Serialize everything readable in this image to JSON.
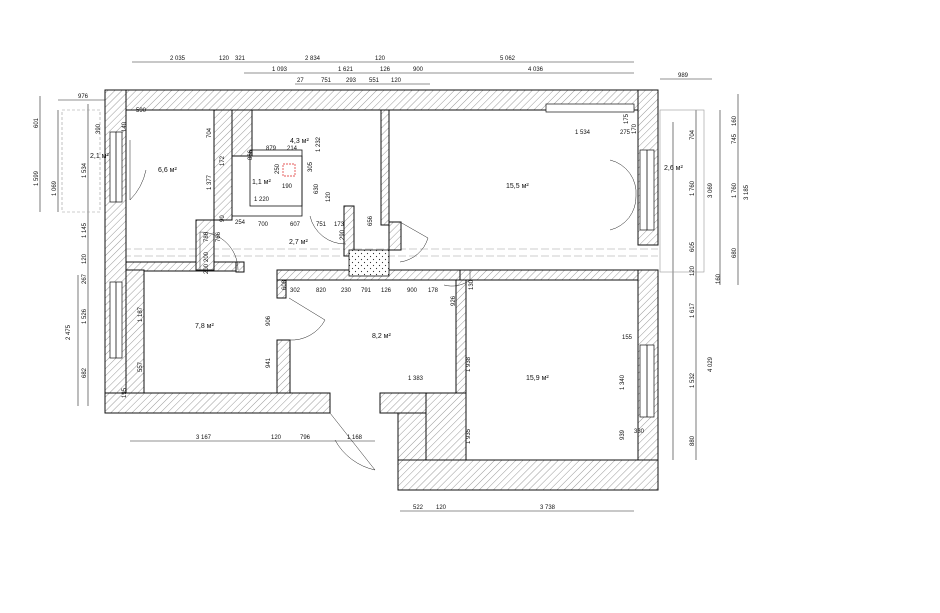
{
  "rooms": [
    {
      "id": "r1",
      "label": "6,6 м²"
    },
    {
      "id": "r2",
      "label": "4,3 м²"
    },
    {
      "id": "r3",
      "label": "1,1 м²"
    },
    {
      "id": "r4",
      "label": "2,7 м²"
    },
    {
      "id": "r5",
      "label": "15,5 м²"
    },
    {
      "id": "r6",
      "label": "2,1 м²"
    },
    {
      "id": "r7",
      "label": "2,6 м²"
    },
    {
      "id": "r8",
      "label": "7,8 м²"
    },
    {
      "id": "r9",
      "label": "8,2 м²"
    },
    {
      "id": "r10",
      "label": "15,9 м²"
    }
  ],
  "dimensions": {
    "top_row1": [
      "2 035",
      "120",
      "321",
      "2 834",
      "120",
      "5 062"
    ],
    "top_row2": [
      "1 093",
      "1 621",
      "126",
      "900",
      "4 036"
    ],
    "top_row3": [
      "27",
      "751",
      "293",
      "551",
      "120"
    ],
    "top_right": "989",
    "top_left": "976",
    "bottom_row1": [
      "3 167",
      "120",
      "796",
      "1 168"
    ],
    "bottom_row2": [
      "522",
      "120",
      "3 738"
    ],
    "left_outer": [
      "601",
      "1 599",
      "1 069"
    ],
    "left_mid": [
      "1 534",
      "1 145",
      "120",
      "267",
      "1 526",
      "2 475",
      "682"
    ],
    "right_outer": [
      "745",
      "160",
      "3 185",
      "1 760",
      "680",
      "160"
    ],
    "right_mid": [
      "704",
      "3 069",
      "1 760",
      "605",
      "120",
      "1 617",
      "4 029",
      "1 532",
      "880"
    ],
    "interior": [
      "590",
      "140",
      "390",
      "704",
      "1 377",
      "172",
      "866",
      "879",
      "214",
      "250",
      "305",
      "1 232",
      "1 220",
      "190",
      "630",
      "120",
      "254",
      "700",
      "607",
      "751",
      "173",
      "656",
      "786",
      "766",
      "90",
      "200",
      "290",
      "200",
      "302",
      "820",
      "230",
      "791",
      "126",
      "900",
      "178",
      "130",
      "926",
      "1 938",
      "1 935",
      "1 383",
      "1 187",
      "906",
      "941",
      "557",
      "195",
      "1 534",
      "275",
      "175",
      "170",
      "155",
      "1 340",
      "939",
      "330",
      "608"
    ]
  }
}
